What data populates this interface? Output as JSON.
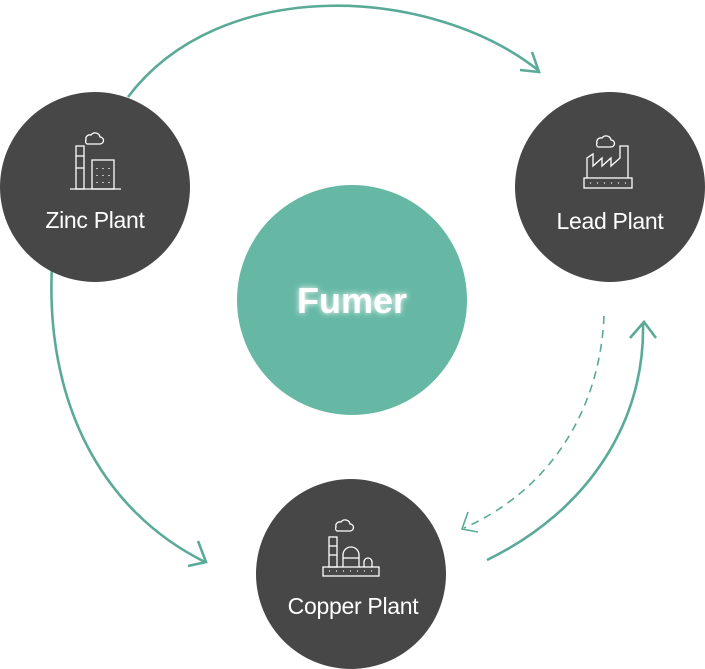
{
  "center": {
    "label": "Fumer"
  },
  "nodes": {
    "zinc": {
      "label": "Zinc Plant",
      "icon": "zinc-factory-icon"
    },
    "lead": {
      "label": "Lead Plant",
      "icon": "lead-factory-icon"
    },
    "copper": {
      "label": "Copper Plant",
      "icon": "copper-factory-icon"
    }
  },
  "colors": {
    "node": "#474747",
    "center": "#66b8a5",
    "arrow": "#5aaa98",
    "text": "#ffffff"
  }
}
